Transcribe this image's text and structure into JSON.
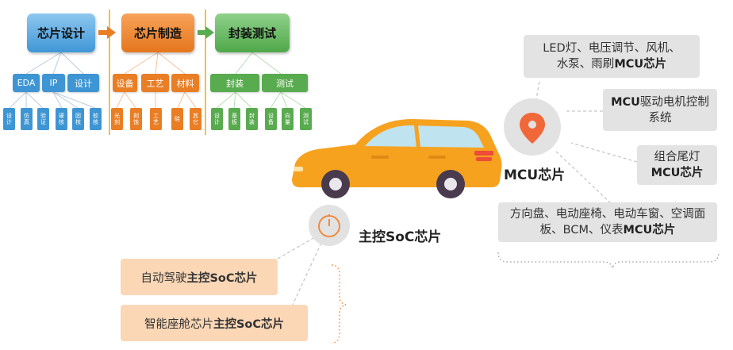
{
  "tree": [
    {
      "id": "design",
      "label": "芯片设计",
      "color": "blue",
      "children": [
        {
          "label": "EDA",
          "leaves": [
            "设计",
            "仿真",
            "验证"
          ]
        },
        {
          "label": "IP",
          "leaves": [
            "硬核",
            "固核",
            "软核"
          ]
        },
        {
          "label": "设计",
          "leaves": []
        }
      ]
    },
    {
      "id": "manufacture",
      "label": "芯片制造",
      "color": "orange",
      "children": [
        {
          "label": "设备",
          "leaves": [
            "光刻",
            "刻蚀"
          ]
        },
        {
          "label": "工艺",
          "leaves": [
            "工艺"
          ]
        },
        {
          "label": "材料",
          "leaves": [
            "硅",
            "其它"
          ]
        }
      ]
    },
    {
      "id": "package",
      "label": "封装测试",
      "color": "green",
      "children": [
        {
          "label": "封装",
          "leaves": [
            "设计",
            "基板",
            "封装"
          ]
        },
        {
          "label": "测试",
          "leaves": [
            "设备",
            "向量",
            "测试"
          ]
        }
      ]
    }
  ],
  "mcu": {
    "label": "MCU芯片",
    "boxes": [
      {
        "plain": "LED灯、电压调节、风机、水泵、雨刷",
        "bold": "MCU芯片"
      },
      {
        "plain": "驱动电机控制系统",
        "bold": "MCU",
        "bold_first": true
      },
      {
        "plain": "组合尾灯",
        "bold": "MCU芯片"
      },
      {
        "plain": "方向盘、电动座椅、电动车窗、空调面板、BCM、仪表",
        "bold": "MCU芯片"
      }
    ]
  },
  "soc": {
    "label": "主控SoC芯片",
    "boxes": [
      {
        "plain": "自动驾驶",
        "bold": "主控SoC芯片"
      },
      {
        "plain": "智能座舱芯片",
        "bold": "主控SoC芯片"
      }
    ]
  },
  "colors": {
    "blue": "#3e95d3",
    "orange": "#e97e25",
    "green": "#59ab4f",
    "car_body": "#f6a21f",
    "car_roof": "#e8921a",
    "window": "#bfe3ef",
    "wheel": "#4a3a4e",
    "hub": "#e9e6ec",
    "gray_box": "#e3e3e3",
    "peach_box": "#fbd7b6",
    "pin": "#f0683a"
  }
}
